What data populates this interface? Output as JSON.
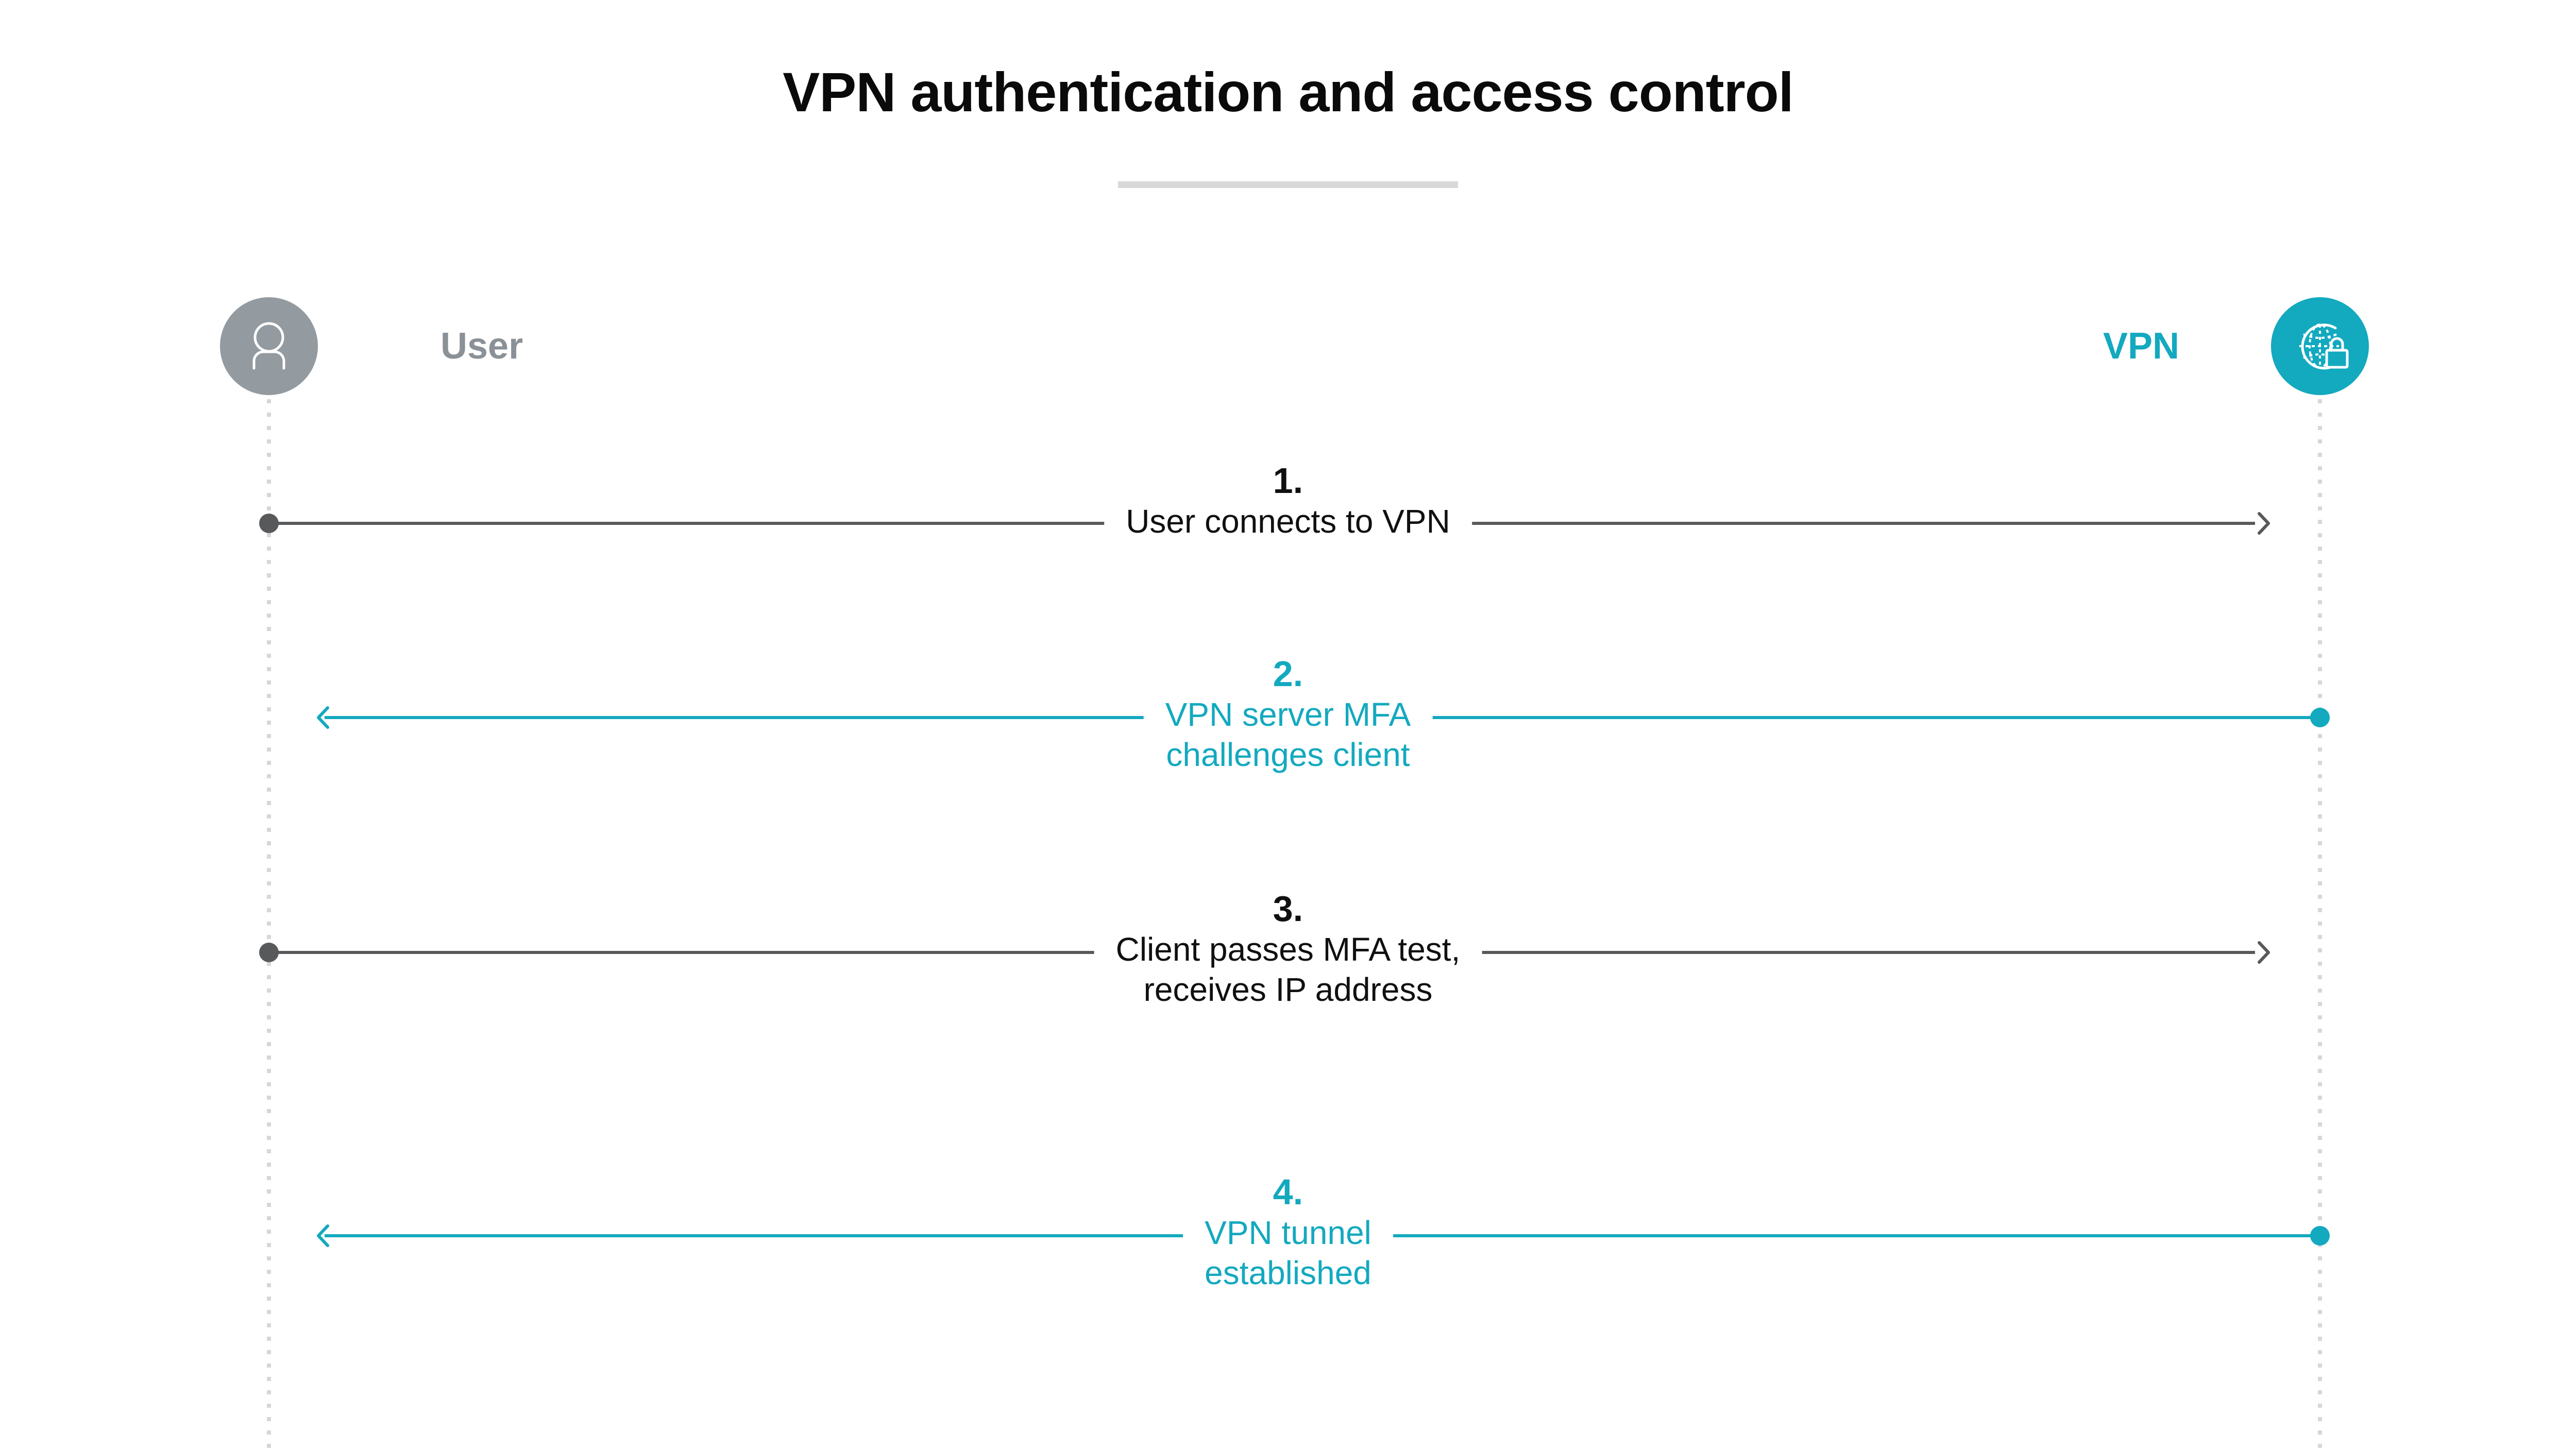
{
  "page": {
    "title": "VPN authentication and access control",
    "background": "#ffffff"
  },
  "colors": {
    "accent_teal": "#13a9bf",
    "actor_gray": "#939aa0",
    "label_gray": "#8a9197",
    "line_dark": "#58595b",
    "lifeline_gray": "#d5d7d9",
    "divider_gray": "#d8d8d8",
    "text_black": "#101010"
  },
  "actors": {
    "left": {
      "label": "User",
      "icon": "user-avatar-icon",
      "color": "#939aa0"
    },
    "right": {
      "label": "VPN",
      "icon": "globe-lock-icon",
      "color": "#13a9bf"
    }
  },
  "messages": [
    {
      "number": "1.",
      "label_line1": "User connects to VPN",
      "label_line2": "",
      "direction": "left-to-right",
      "style": "dark"
    },
    {
      "number": "2.",
      "label_line1": "VPN server MFA",
      "label_line2": "challenges client",
      "direction": "right-to-left",
      "style": "teal"
    },
    {
      "number": "3.",
      "label_line1": "Client passes MFA test,",
      "label_line2": "receives IP address",
      "direction": "left-to-right",
      "style": "dark"
    },
    {
      "number": "4.",
      "label_line1": "VPN tunnel",
      "label_line2": "established",
      "direction": "right-to-left",
      "style": "teal"
    }
  ]
}
